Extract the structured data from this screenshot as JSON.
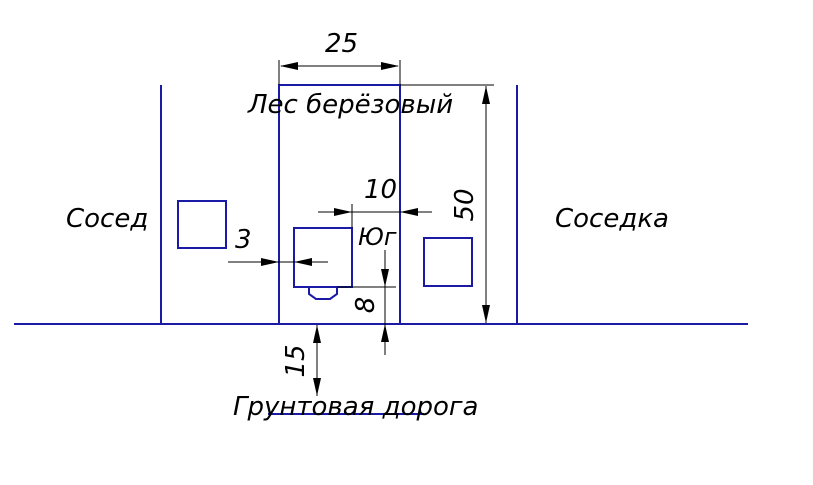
{
  "labels": {
    "forest": "Лес берёзовый",
    "neighbor_left": "Сосед",
    "neighbor_right": "Соседка",
    "road": "Грунтовая дорога",
    "garage_tag": "Юг"
  },
  "dimensions": {
    "plot_width": "25",
    "plot_depth": "50",
    "house_offset": "10",
    "side_gap": "3",
    "setback": "8",
    "road_distance": "15"
  },
  "colors": {
    "lines": "#1a1aa6",
    "dimension_lines": "#000000",
    "text": "#000000"
  }
}
